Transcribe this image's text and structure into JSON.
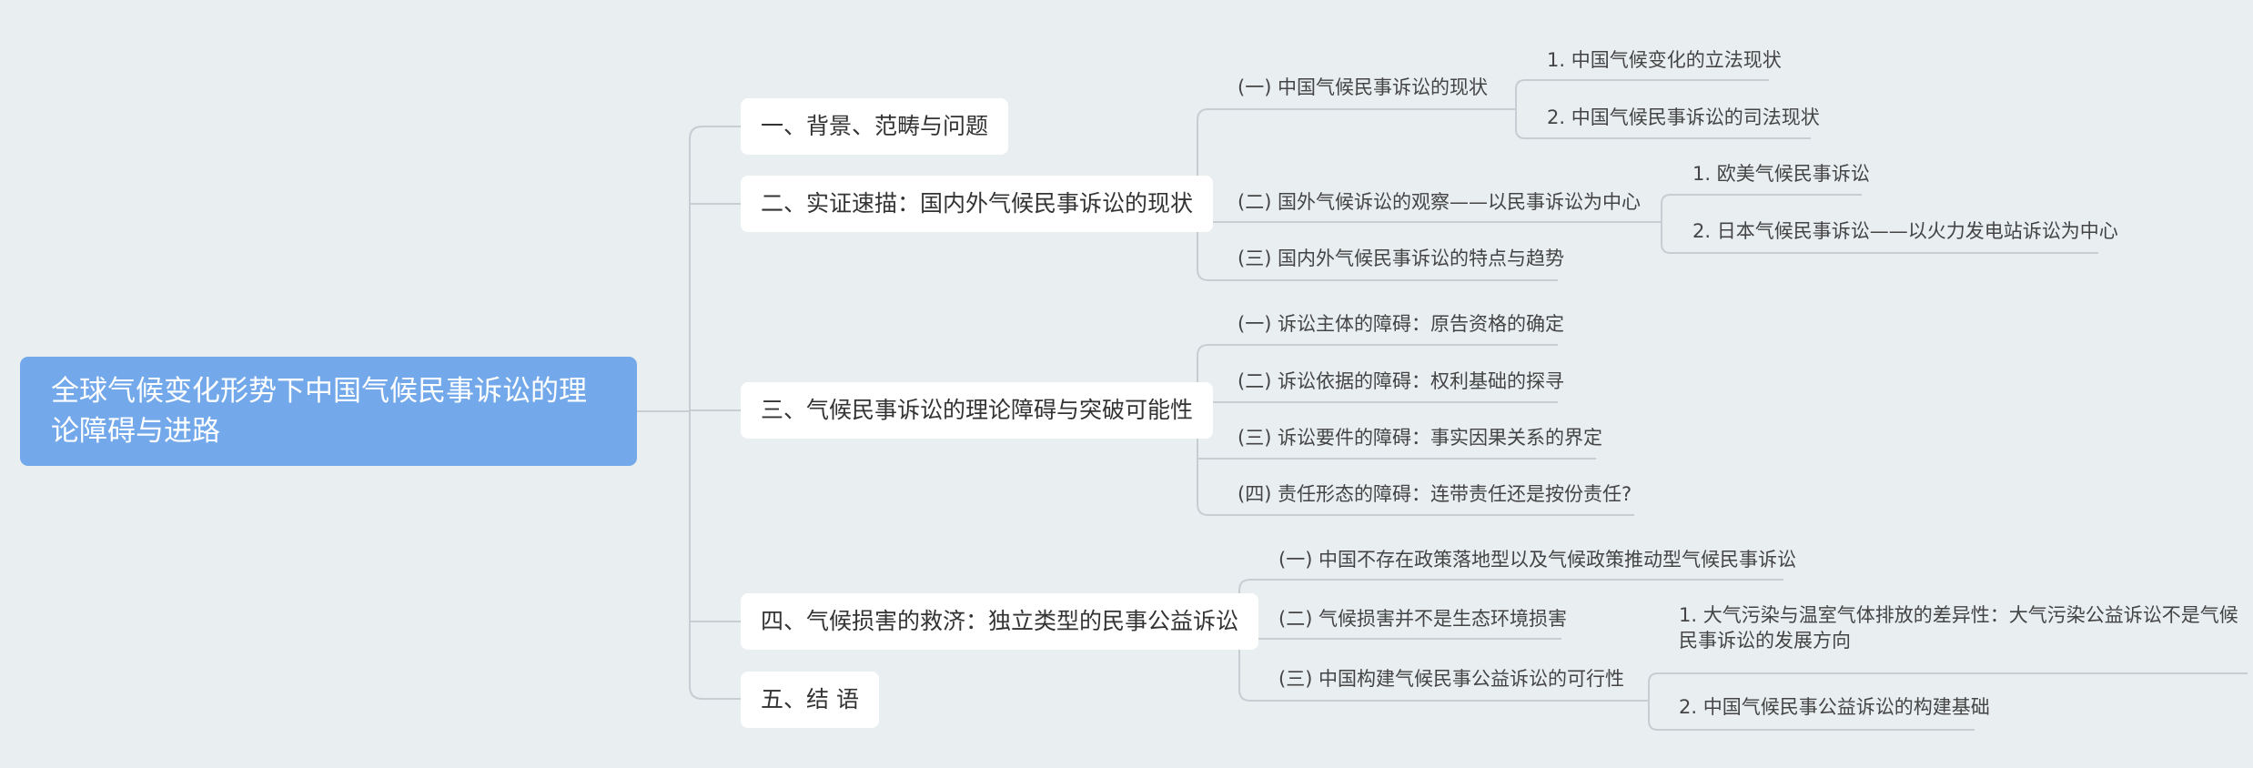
{
  "root": {
    "title": "全球气候变化形势下中国气候民事诉讼的理论障碍与进路"
  },
  "branches": [
    {
      "label": "一、背景、范畴与问题"
    },
    {
      "label": "二、实证速描：国内外气候民事诉讼的现状",
      "children": [
        {
          "label": "(一) 中国气候民事诉讼的现状",
          "children": [
            {
              "label": "1. 中国气候变化的立法现状"
            },
            {
              "label": "2. 中国气候民事诉讼的司法现状"
            }
          ]
        },
        {
          "label": "(二) 国外气候诉讼的观察——以民事诉讼为中心",
          "children": [
            {
              "label": "1. 欧美气候民事诉讼"
            },
            {
              "label": "2. 日本气候民事诉讼——以火力发电站诉讼为中心"
            }
          ]
        },
        {
          "label": "(三) 国内外气候民事诉讼的特点与趋势"
        }
      ]
    },
    {
      "label": "三、气候民事诉讼的理论障碍与突破可能性",
      "children": [
        {
          "label": "(一) 诉讼主体的障碍：原告资格的确定"
        },
        {
          "label": "(二) 诉讼依据的障碍：权利基础的探寻"
        },
        {
          "label": "(三) 诉讼要件的障碍：事实因果关系的界定"
        },
        {
          "label": "(四) 责任形态的障碍：连带责任还是按份责任?"
        }
      ]
    },
    {
      "label": "四、气候损害的救济：独立类型的民事公益诉讼",
      "children": [
        {
          "label": "(一) 中国不存在政策落地型以及气候政策推动型气候民事诉讼"
        },
        {
          "label": "(二) 气候损害并不是生态环境损害"
        },
        {
          "label": "(三) 中国构建气候民事公益诉讼的可行性",
          "children": [
            {
              "label": "1. 大气污染与温室气体排放的差异性：大气污染公益诉讼不是气候民事诉讼的发展方向"
            },
            {
              "label": "2. 中国气候民事公益诉讼的构建基础"
            }
          ]
        }
      ]
    },
    {
      "label": "五、结 语"
    }
  ],
  "colors": {
    "background": "#e9eef1",
    "root_fill": "#73a9ea",
    "connector": "#c7cdd2"
  }
}
